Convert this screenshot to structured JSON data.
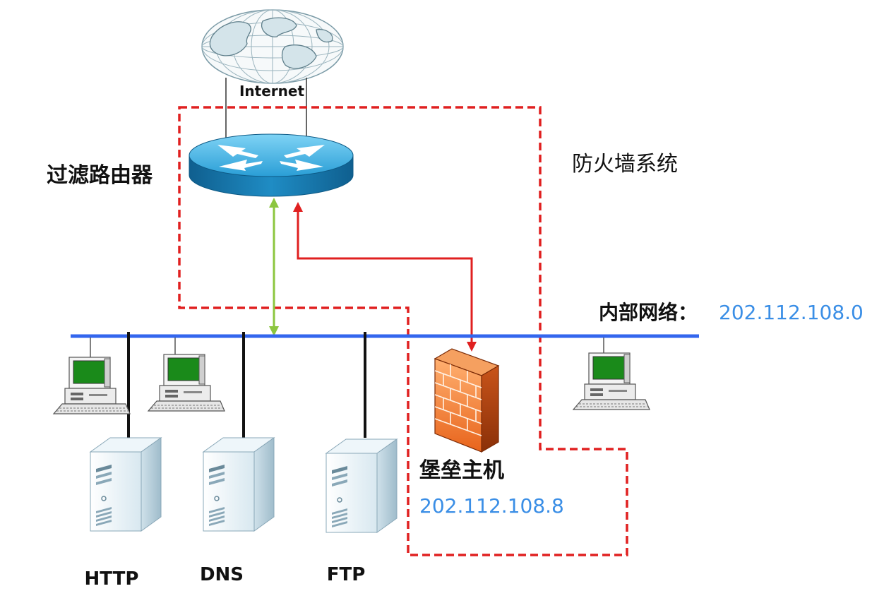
{
  "internet": {
    "label": "Internet"
  },
  "router": {
    "label": "过滤路由器"
  },
  "firewall_system": {
    "label": "防火墙系统"
  },
  "internal_network": {
    "label": "内部网络：",
    "address": "202.112.108.0"
  },
  "bastion_host": {
    "label": "堡垒主机",
    "address": "202.112.108.8"
  },
  "servers": [
    {
      "label": "HTTP"
    },
    {
      "label": "DNS"
    },
    {
      "label": "FTP"
    }
  ],
  "colors": {
    "network_bus": "#3366ee",
    "address_text": "#3a8ee6",
    "firewall_boundary": "#e02020",
    "bastion_link": "#e02020",
    "router_link": "#8cc63f",
    "firewall_brick": "#f07a30",
    "router_body": "#1e90c8",
    "monitor_screen": "#1a8a1a"
  },
  "icons": [
    "globe-icon",
    "router-icon",
    "firewall-icon",
    "desktop-computer-icon",
    "server-icon"
  ]
}
